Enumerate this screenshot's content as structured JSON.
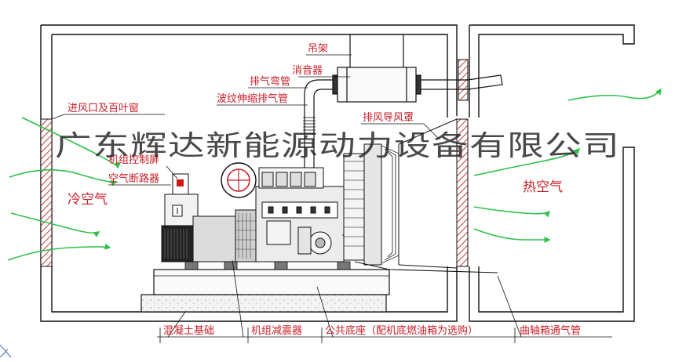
{
  "watermark": "广东辉达新能源动力设备有限公司",
  "zones": {
    "cold_air": "冷空气",
    "hot_air": "热空气"
  },
  "labels": {
    "hanger": "吊架",
    "muffler": "消音器",
    "exhaust_elbow": "排气弯管",
    "bellows_exhaust": "波纹伸缩排气管",
    "exhaust_hood": "排风导风罩",
    "air_inlet": "进风口及百叶窗",
    "control_panel": "机组控制屏",
    "air_breaker": "空气断路器",
    "concrete_foundation": "混凝土基础",
    "vibration_isolator": "机组减震器",
    "common_base": "公共底座（配机底燃油箱为选购）",
    "crankcase_vent": "曲轴箱通气管"
  },
  "colors": {
    "label_red": "#c8202a",
    "airflow_green": "#2fc04a",
    "louver_hatch": "#c84a4a",
    "line_dark": "#111111"
  }
}
